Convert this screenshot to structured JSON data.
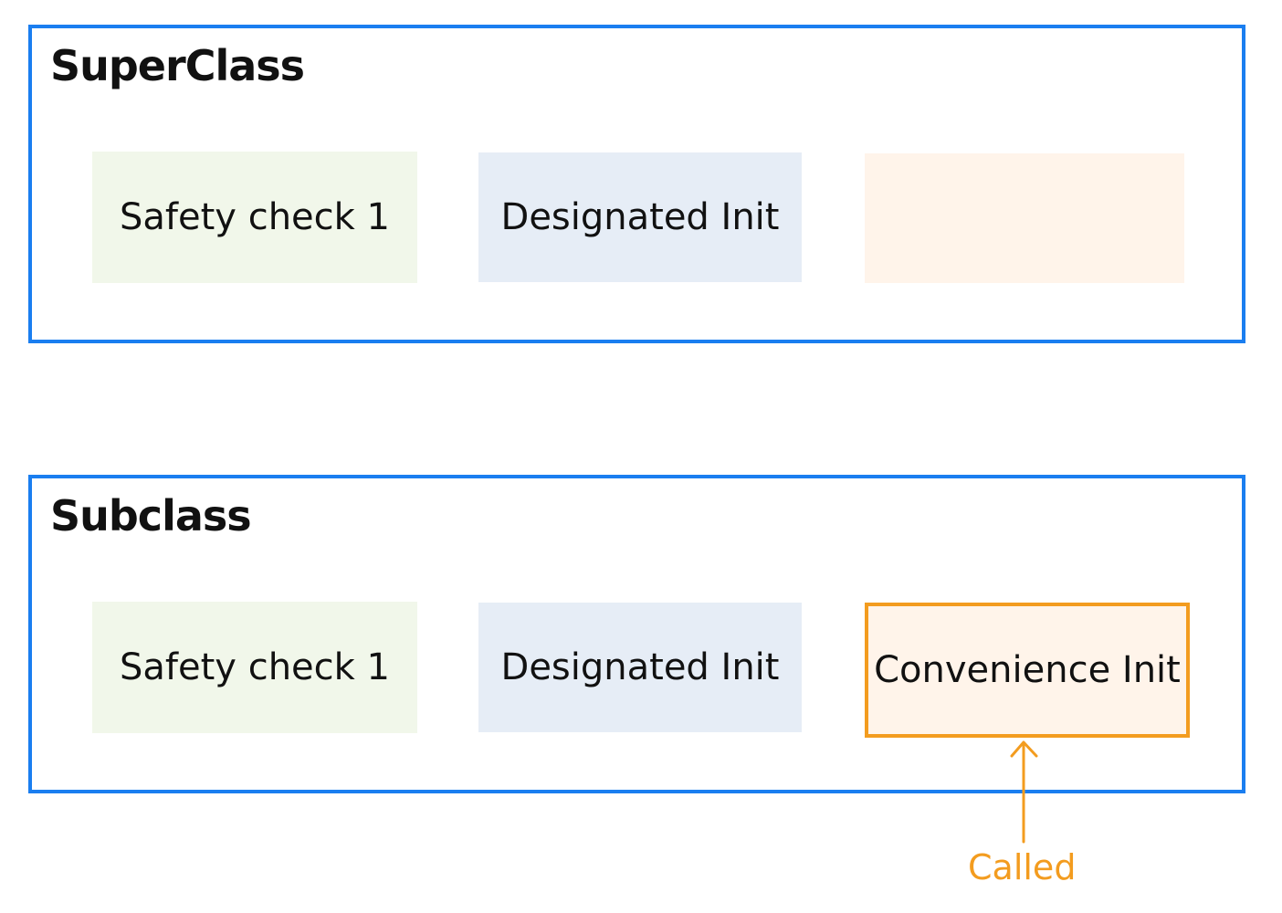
{
  "colors": {
    "container_border": "#1a7ef0",
    "safety_fill": "#f1f7ea",
    "designated_fill": "#e6edf6",
    "convenience_fill": "#fff4ea",
    "highlight": "#f39c1f"
  },
  "superclass": {
    "title": "SuperClass",
    "safety_label": "Safety check 1",
    "designated_label": "Designated Init",
    "convenience_label": ""
  },
  "subclass": {
    "title": "Subclass",
    "safety_label": "Safety check 1",
    "designated_label": "Designated Init",
    "convenience_label": "Convenience Init"
  },
  "annotation": {
    "label": "Called"
  }
}
